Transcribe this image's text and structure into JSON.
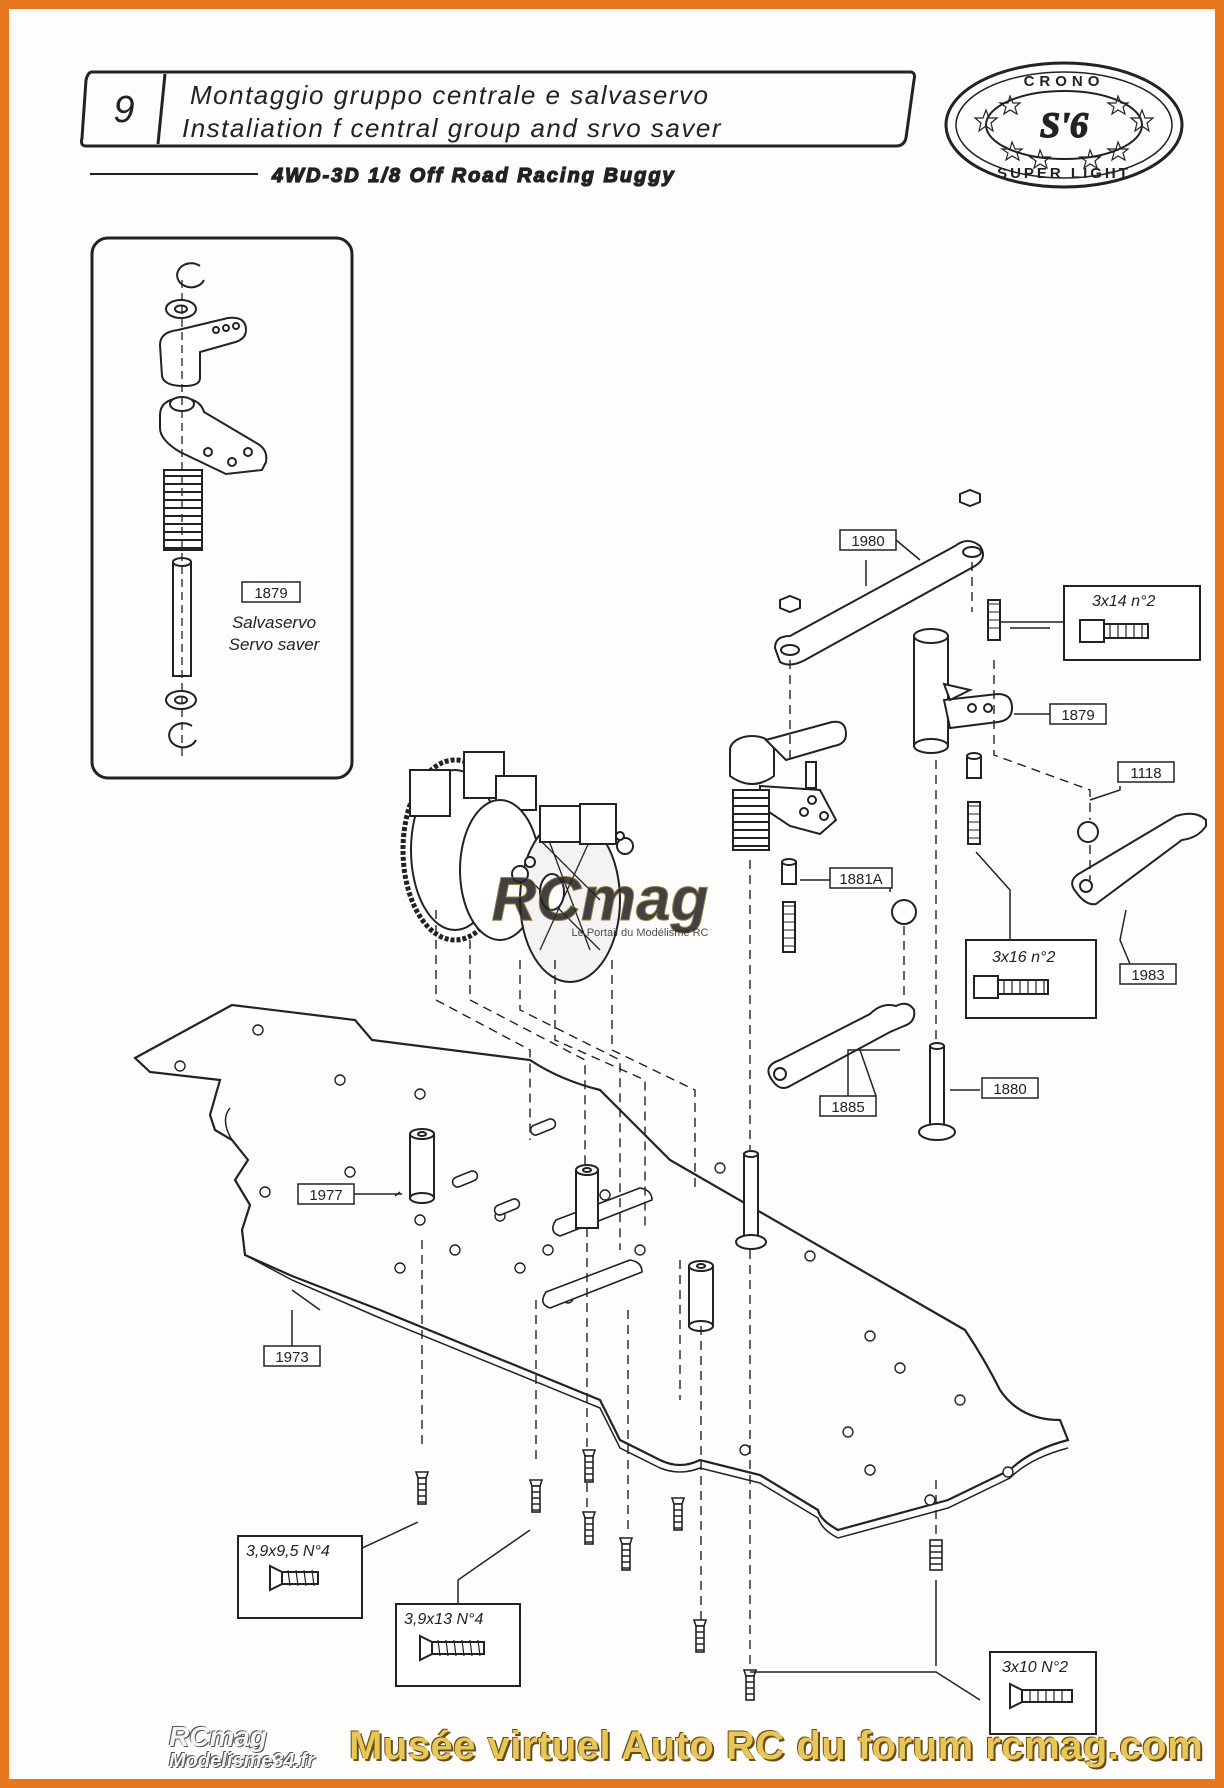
{
  "header": {
    "step_number": "9",
    "title_it": "Montaggio gruppo centrale e salvaservo",
    "title_en": "Instaliation f central group and srvo saver",
    "subtitle": "4WD-3D 1/8 Off Road Racing Buggy"
  },
  "logo": {
    "top": "CRONO",
    "center": "S'6",
    "bottom": "SUPER LIGHT"
  },
  "inset": {
    "part": "1879",
    "label_it": "Salvaservo",
    "label_en": "Servo saver"
  },
  "parts": {
    "p1980": "1980",
    "p1879": "1879",
    "p1118": "1118",
    "p1881a": "1881A",
    "p1983": "1983",
    "p1885": "1885",
    "p1880": "1880",
    "p1977": "1977",
    "p1973": "1973"
  },
  "screws": {
    "s3x14": "3x14 n°2",
    "s3x16": "3x16 n°2",
    "s39x95": "3,9x9,5 N°4",
    "s39x13": "3,9x13 N°4",
    "s3x10": "3x10 N°2"
  },
  "watermark": {
    "logo_top": "RCmag",
    "logo_bottom": "Modelisme34.fr",
    "footer": "Musée virtuel Auto RC du forum rcmag.com",
    "center_mark": "RCmag",
    "center_sub": "Le Portail du Modélisme RC"
  }
}
